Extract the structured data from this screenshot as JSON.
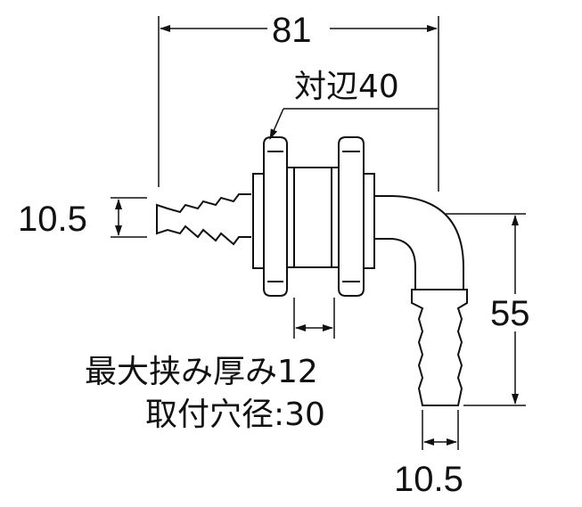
{
  "dimensions": {
    "overall_width": "81",
    "across_flats": "対辺40",
    "left_hose_diameter": "10.5",
    "height": "55",
    "right_hose_diameter": "10.5"
  },
  "notes": {
    "max_clamp_thickness": "最大挟み厚み12",
    "mounting_hole_diameter": "取付穴径:30"
  }
}
